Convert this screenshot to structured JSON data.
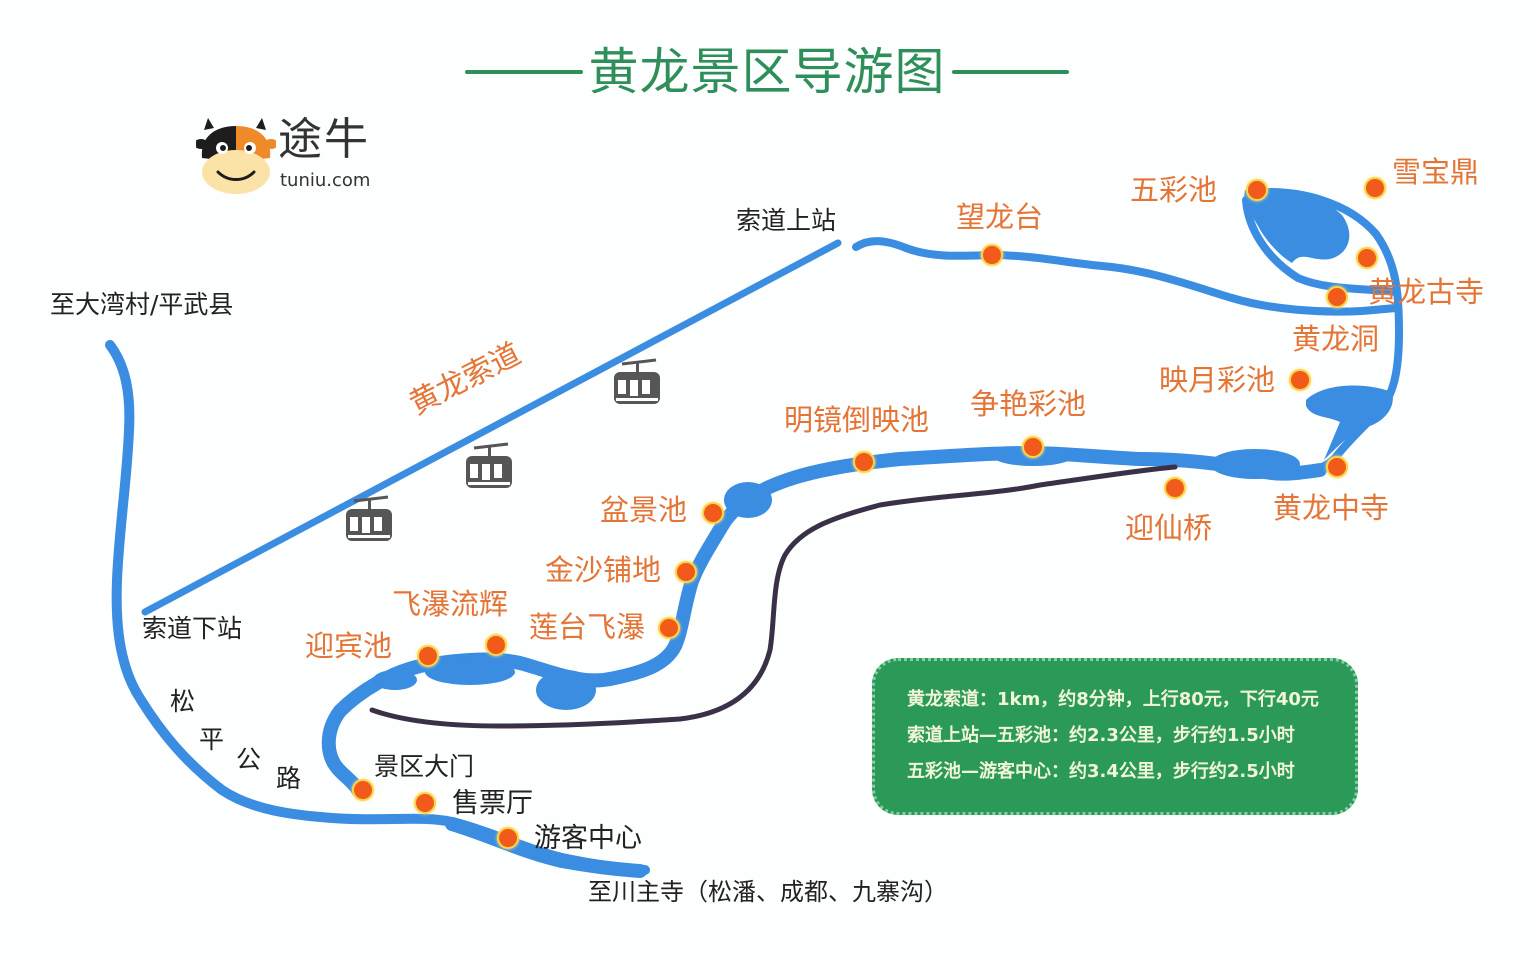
{
  "title": "黄龙景区导游图",
  "logo": {
    "brand_cn": "途牛",
    "brand_url": "tuniu.com",
    "icon": "cow-face-icon"
  },
  "colors": {
    "title_green": "#2f8f5a",
    "water_blue": "#3a8de0",
    "spot_label_orange": "#e57536",
    "spot_dot_fill": "#f15a1a",
    "spot_dot_ring": "#f8d547",
    "boardwalk_dark": "#3a3048",
    "cable_car_gray": "#565656",
    "info_box_green": "#2b9a58"
  },
  "scenic_spots": [
    {
      "name": "五彩池"
    },
    {
      "name": "雪宝鼎"
    },
    {
      "name": "黄龙古寺"
    },
    {
      "name": "黄龙洞"
    },
    {
      "name": "映月彩池"
    },
    {
      "name": "黄龙中寺"
    },
    {
      "name": "迎仙桥"
    },
    {
      "name": "争艳彩池"
    },
    {
      "name": "明镜倒映池"
    },
    {
      "name": "望龙台"
    },
    {
      "name": "盆景池"
    },
    {
      "name": "金沙铺地"
    },
    {
      "name": "莲台飞瀑"
    },
    {
      "name": "飞瀑流辉"
    },
    {
      "name": "迎宾池"
    }
  ],
  "cableway": {
    "label": "黄龙索道",
    "upper_station": "索道上站",
    "lower_station": "索道下站",
    "car_icon": "cable-car-icon"
  },
  "road": {
    "chars": [
      "松",
      "平",
      "公",
      "路"
    ]
  },
  "facilities": {
    "gate": "景区大门",
    "ticket_office": "售票厅",
    "visitor_center": "游客中心"
  },
  "directions": {
    "north": "至大湾村/平武县",
    "south": "至川主寺（松潘、成都、九寨沟）"
  },
  "info_box": {
    "lines": [
      "黄龙索道：1km，约8分钟，上行80元，下行40元",
      "索道上站—五彩池：约2.3公里，步行约1.5小时",
      "五彩池—游客中心：约3.4公里，步行约2.5小时"
    ]
  }
}
